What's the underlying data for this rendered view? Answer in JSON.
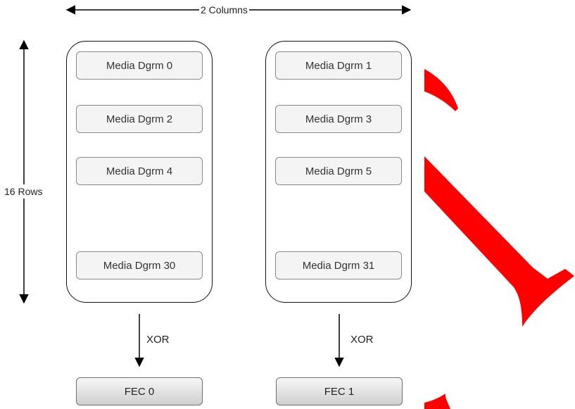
{
  "header": {
    "columns_label": "2 Columns"
  },
  "side": {
    "rows_label": "16 Rows"
  },
  "columns": [
    {
      "items": [
        "Media Dgrm 0",
        "Media Dgrm 2",
        "Media Dgrm 4",
        "Media Dgrm 30"
      ],
      "op_label": "XOR",
      "fec_label": "FEC 0"
    },
    {
      "items": [
        "Media Dgrm 1",
        "Media Dgrm 3",
        "Media Dgrm 5",
        "Media Dgrm 31"
      ],
      "op_label": "XOR",
      "fec_label": "FEC 1"
    }
  ],
  "colors": {
    "annotation": "#ff0000",
    "box_fill": "#f4f4f4",
    "box_border": "#8a8a8a"
  }
}
